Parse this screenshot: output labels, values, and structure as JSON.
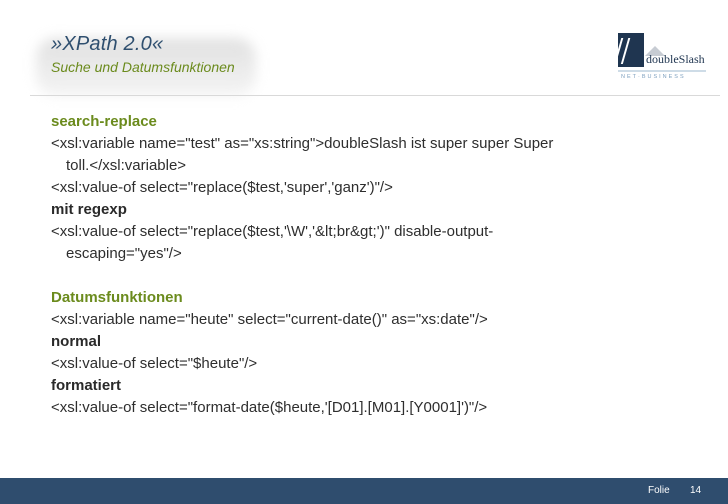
{
  "slide": {
    "title": "»XPath 2.0«",
    "subtitle": "Suche und Datumsfunktionen"
  },
  "logo": {
    "name": "doubleSlash",
    "tagline": "NET·BUSINESS",
    "colors": {
      "primary": "#1f3550",
      "accent": "#7ea0bf"
    }
  },
  "content": {
    "sections": [
      {
        "heading": "search-replace",
        "lines": [
          {
            "kind": "code",
            "text": "<xsl:variable name=\"test\" as=\"xs:string\">doubleSlash ist super super Super"
          },
          {
            "kind": "code-indent",
            "text": "toll.</xsl:variable>"
          },
          {
            "kind": "code",
            "text": "<xsl:value-of select=\"replace($test,'super','ganz')\"/>"
          },
          {
            "kind": "bold",
            "text": "mit regexp"
          },
          {
            "kind": "code",
            "text": "<xsl:value-of select=\"replace($test,'\\W','&lt;br&gt;')\" disable-output-"
          },
          {
            "kind": "code-indent",
            "text": "escaping=\"yes\"/>"
          }
        ]
      },
      {
        "heading": "Datumsfunktionen",
        "lines": [
          {
            "kind": "code",
            "text": "<xsl:variable name=\"heute\" select=\"current-date()\" as=\"xs:date\"/>"
          },
          {
            "kind": "bold",
            "text": "normal"
          },
          {
            "kind": "code",
            "text": "<xsl:value-of select=\"$heute\"/>"
          },
          {
            "kind": "bold",
            "text": "formatiert"
          },
          {
            "kind": "code",
            "text": "<xsl:value-of select=\"format-date($heute,'[D01].[M01].[Y0001]')\"/>"
          }
        ]
      }
    ]
  },
  "footer": {
    "label": "Folie",
    "page": "14",
    "color": "#2f4d6e"
  },
  "colors": {
    "title": "#2f4f6f",
    "accent_green": "#6b8b1d",
    "text": "#2e2e2e"
  }
}
